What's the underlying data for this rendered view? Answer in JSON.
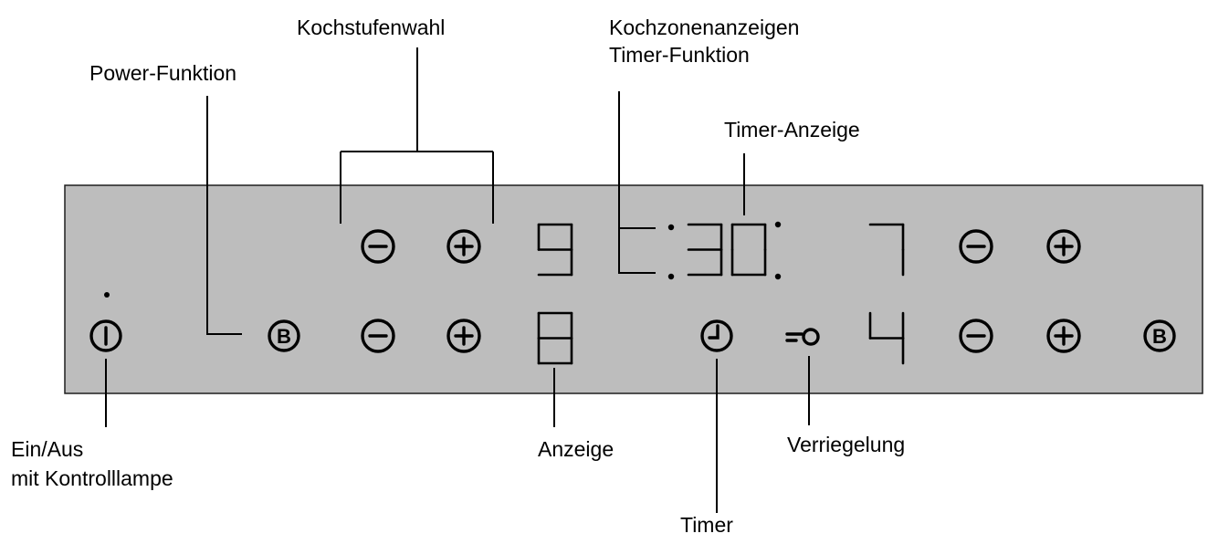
{
  "labels": {
    "kochstufenwahl": "Kochstufenwahl",
    "power_funktion": "Power-Funktion",
    "kochzonenanzeigen_line1": "Kochzonenanzeigen",
    "kochzonenanzeigen_line2": "Timer-Funktion",
    "timer_anzeige": "Timer-Anzeige",
    "ein_aus_line1": "Ein/Aus",
    "ein_aus_line2": "mit Kontrolllampe",
    "anzeige": "Anzeige",
    "verriegelung": "Verriegelung",
    "timer": "Timer"
  },
  "panel": {
    "power_symbol": "B",
    "displays": {
      "top_left_level": "9",
      "bottom_left_level": "8",
      "timer_minutes": "30",
      "top_right_level": "7",
      "bottom_right_level": "4"
    },
    "colors": {
      "panel_fill": "#bdbdbd",
      "ink": "#000000"
    },
    "icons": [
      "power-on-off-icon",
      "power-boost-icon",
      "minus-icon",
      "plus-icon",
      "clock-icon",
      "key-lock-icon"
    ]
  }
}
